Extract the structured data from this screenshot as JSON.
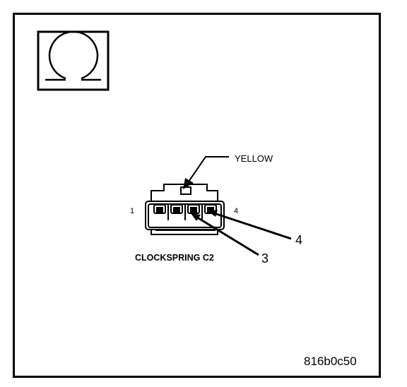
{
  "symbol": {
    "icon": "omega-ohmmeter-icon",
    "glyph": "Ω"
  },
  "connector": {
    "color_label": "YELLOW",
    "name": "CLOCKSPRING C2",
    "pin_first": "1",
    "pin_last": "4"
  },
  "callouts": [
    {
      "label": "4"
    },
    {
      "label": "3"
    }
  ],
  "figure_id": "816b0c50",
  "colors": {
    "ink": "#000000",
    "background": "#ffffff"
  }
}
